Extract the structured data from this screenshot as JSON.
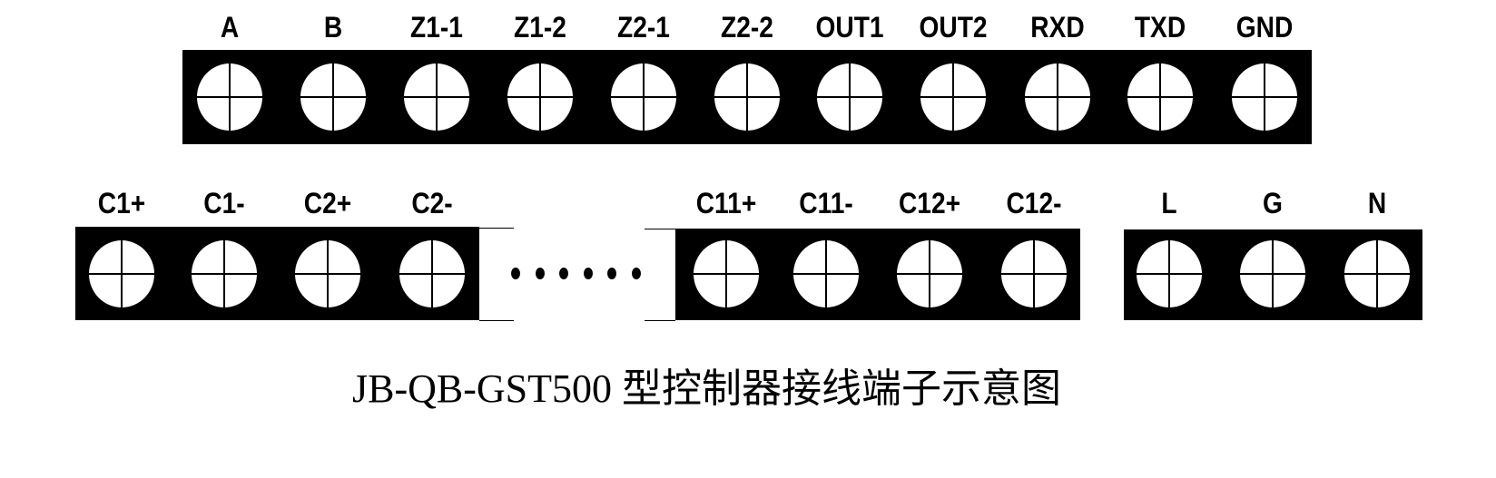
{
  "top_block": {
    "labels": [
      "A",
      "B",
      "Z1-1",
      "Z1-2",
      "Z2-1",
      "Z2-2",
      "OUT1",
      "OUT2",
      "RXD",
      "TXD",
      "GND"
    ]
  },
  "bottom_left_block": {
    "labels": [
      "C1+",
      "C1-",
      "C2+",
      "C2-"
    ]
  },
  "ellipsis": "……",
  "bottom_middle_block": {
    "labels": [
      "C11+",
      "C11-",
      "C12+",
      "C12-"
    ]
  },
  "power_block": {
    "labels": [
      "L",
      "G",
      "N"
    ]
  },
  "caption": "JB-QB-GST500 型控制器接线端子示意图"
}
